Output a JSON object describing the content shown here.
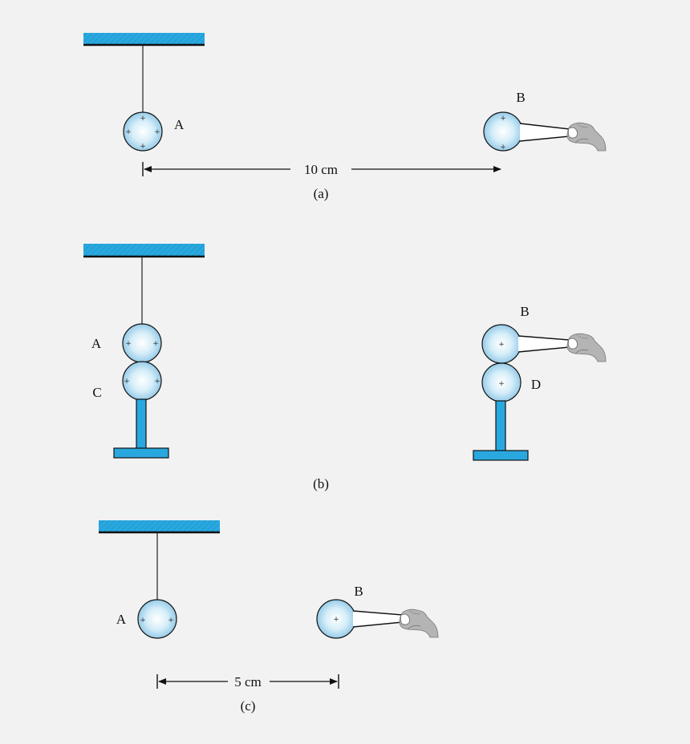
{
  "colors": {
    "background": "#f2f2f2",
    "support_blue": "#29a8e0",
    "sphere_fill": "#bfe3f5",
    "hand_gray": "#b4b4b4"
  },
  "panel_a": {
    "sphere_a_label": "A",
    "sphere_b_label": "B",
    "distance_label": "10 cm",
    "caption": "(a)"
  },
  "panel_b": {
    "sphere_a_label": "A",
    "sphere_c_label": "C",
    "sphere_b_label": "B",
    "sphere_d_label": "D",
    "caption": "(b)"
  },
  "panel_c": {
    "sphere_a_label": "A",
    "sphere_b_label": "B",
    "distance_label": "5 cm",
    "caption": "(c)"
  },
  "charge_symbol": "+"
}
